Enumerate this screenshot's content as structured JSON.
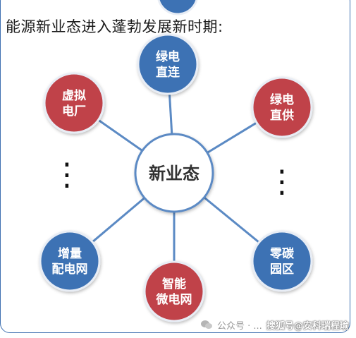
{
  "title": "能源新业态进入蓬勃发展新时期:",
  "center": {
    "label": "新业态",
    "fill": "#ffffff",
    "stroke": "#5b8ac4"
  },
  "colors": {
    "blue": "#3d72b4",
    "red": "#c0434a",
    "line": "#5b8ac4",
    "node_border": "#e8edf5"
  },
  "nodes": [
    {
      "id": "green-power-direct",
      "lines": [
        "绿电",
        "直连"
      ],
      "color": "blue"
    },
    {
      "id": "green-power-supply",
      "lines": [
        "绿电",
        "直供"
      ],
      "color": "red"
    },
    {
      "id": "zero-carbon-park",
      "lines": [
        "零碳",
        "园区"
      ],
      "color": "blue"
    },
    {
      "id": "smart-microgrid",
      "lines": [
        "智能",
        "微电网"
      ],
      "color": "red"
    },
    {
      "id": "incremental-distribution",
      "lines": [
        "增量",
        "配电网"
      ],
      "color": "blue"
    },
    {
      "id": "virtual-power-plant",
      "lines": [
        "虚拟",
        "电厂"
      ],
      "color": "red"
    }
  ],
  "ellipsis_left": "⋮",
  "ellipsis_right": "⋮",
  "watermark": {
    "left_text": "公众号 · ...",
    "right_text": "搜狐号@安科瑞程瑜",
    "icon": "wechat-icon"
  }
}
